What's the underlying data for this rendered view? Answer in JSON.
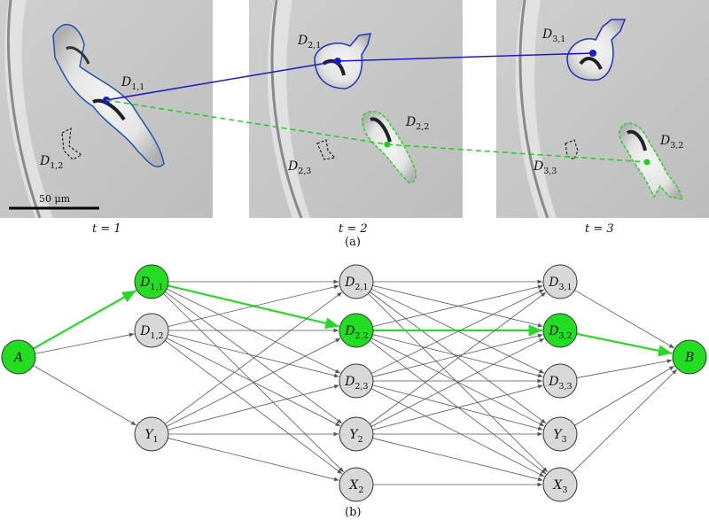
{
  "panels": [
    {
      "id": "t1",
      "time_label": "t = 1",
      "scale_label": "50 μm",
      "cells": [
        {
          "label": "D",
          "sub": "1,1"
        },
        {
          "label": "D",
          "sub": "1,2"
        }
      ]
    },
    {
      "id": "t2",
      "time_label": "t = 2",
      "cells": [
        {
          "label": "D",
          "sub": "2,1"
        },
        {
          "label": "D",
          "sub": "2,2"
        },
        {
          "label": "D",
          "sub": "2,3"
        }
      ]
    },
    {
      "id": "t3",
      "time_label": "t = 3",
      "cells": [
        {
          "label": "D",
          "sub": "3,1"
        },
        {
          "label": "D",
          "sub": "3,2"
        },
        {
          "label": "D",
          "sub": "3,3"
        }
      ]
    }
  ],
  "caption_a": "(a)",
  "caption_b": "(b)",
  "graph": {
    "nodes": [
      {
        "id": "A",
        "label": "A",
        "sub": "",
        "highlight": true
      },
      {
        "id": "D11",
        "label": "D",
        "sub": "1,1",
        "highlight": true
      },
      {
        "id": "D12",
        "label": "D",
        "sub": "1,2",
        "highlight": false
      },
      {
        "id": "Y1",
        "label": "Y",
        "sub": "1",
        "highlight": false
      },
      {
        "id": "D21",
        "label": "D",
        "sub": "2,1",
        "highlight": false
      },
      {
        "id": "D22",
        "label": "D",
        "sub": "2,2",
        "highlight": true
      },
      {
        "id": "D23",
        "label": "D",
        "sub": "2,3",
        "highlight": false
      },
      {
        "id": "Y2",
        "label": "Y",
        "sub": "2",
        "highlight": false
      },
      {
        "id": "X2",
        "label": "X",
        "sub": "2",
        "highlight": false
      },
      {
        "id": "D31",
        "label": "D",
        "sub": "3,1",
        "highlight": false
      },
      {
        "id": "D32",
        "label": "D",
        "sub": "3,2",
        "highlight": true
      },
      {
        "id": "D33",
        "label": "D",
        "sub": "3,3",
        "highlight": false
      },
      {
        "id": "Y3",
        "label": "Y",
        "sub": "3",
        "highlight": false
      },
      {
        "id": "X3",
        "label": "X",
        "sub": "3",
        "highlight": false
      },
      {
        "id": "B",
        "label": "B",
        "sub": "",
        "highlight": true
      }
    ],
    "edges": [
      [
        "A",
        "D11"
      ],
      [
        "A",
        "D12"
      ],
      [
        "A",
        "Y1"
      ],
      [
        "D11",
        "D21"
      ],
      [
        "D11",
        "D22"
      ],
      [
        "D11",
        "D23"
      ],
      [
        "D11",
        "Y2"
      ],
      [
        "D11",
        "X2"
      ],
      [
        "D12",
        "D21"
      ],
      [
        "D12",
        "D22"
      ],
      [
        "D12",
        "D23"
      ],
      [
        "D12",
        "Y2"
      ],
      [
        "D12",
        "X2"
      ],
      [
        "Y1",
        "D21"
      ],
      [
        "Y1",
        "D22"
      ],
      [
        "Y1",
        "D23"
      ],
      [
        "Y1",
        "Y2"
      ],
      [
        "Y1",
        "X2"
      ],
      [
        "D21",
        "D31"
      ],
      [
        "D21",
        "D32"
      ],
      [
        "D21",
        "D33"
      ],
      [
        "D21",
        "Y3"
      ],
      [
        "D21",
        "X3"
      ],
      [
        "D22",
        "D31"
      ],
      [
        "D22",
        "D32"
      ],
      [
        "D22",
        "D33"
      ],
      [
        "D22",
        "Y3"
      ],
      [
        "D22",
        "X3"
      ],
      [
        "D23",
        "D31"
      ],
      [
        "D23",
        "D32"
      ],
      [
        "D23",
        "D33"
      ],
      [
        "D23",
        "Y3"
      ],
      [
        "D23",
        "X3"
      ],
      [
        "Y2",
        "D31"
      ],
      [
        "Y2",
        "D32"
      ],
      [
        "Y2",
        "D33"
      ],
      [
        "Y2",
        "Y3"
      ],
      [
        "Y2",
        "X3"
      ],
      [
        "X2",
        "X3"
      ],
      [
        "D31",
        "B"
      ],
      [
        "D32",
        "B"
      ],
      [
        "D33",
        "B"
      ],
      [
        "Y3",
        "B"
      ],
      [
        "X3",
        "B"
      ]
    ],
    "highlight_path": [
      "A",
      "D11",
      "D22",
      "D32",
      "B"
    ],
    "colors": {
      "highlight_fill": "#22dd22",
      "highlight_edge": "#2bd62b",
      "node_fill": "#d8d8d8",
      "edge": "#555555",
      "track1": "#1a1acc",
      "track2": "#22cc22"
    }
  }
}
